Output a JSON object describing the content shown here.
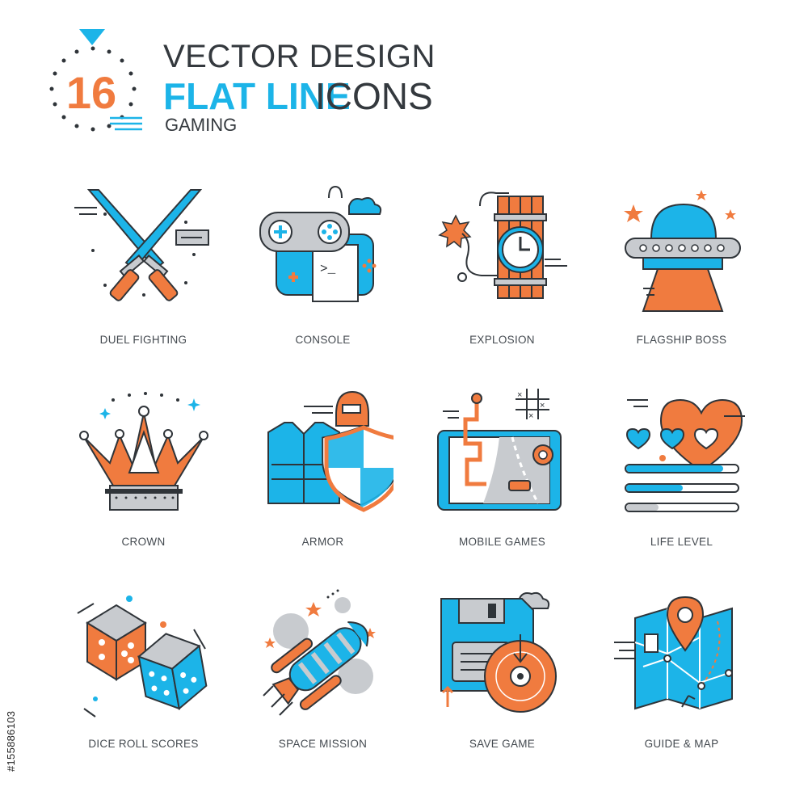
{
  "header": {
    "badge_number": "16",
    "title_line1": "VECTOR DESIGN",
    "title_line2_accent": "FLAT LINE",
    "title_line2_rest": "ICONS",
    "subtitle": "GAMING"
  },
  "icons": [
    {
      "label": "DUEL FIGHTING",
      "icon": "crossed-swords-icon"
    },
    {
      "label": "CONSOLE",
      "icon": "gamepad-console-icon"
    },
    {
      "label": "EXPLOSION",
      "icon": "dynamite-clock-icon"
    },
    {
      "label": "FLAGSHIP BOSS",
      "icon": "ufo-icon"
    },
    {
      "label": "CROWN",
      "icon": "crown-icon"
    },
    {
      "label": "ARMOR",
      "icon": "armor-vest-shield-icon"
    },
    {
      "label": "MOBILE GAMES",
      "icon": "tablet-game-icon"
    },
    {
      "label": "LIFE LEVEL",
      "icon": "hearts-level-icon"
    },
    {
      "label": "DICE ROLL SCORES",
      "icon": "dice-icon"
    },
    {
      "label": "SPACE MISSION",
      "icon": "spaceship-icon"
    },
    {
      "label": "SAVE GAME",
      "icon": "floppy-disc-icon"
    },
    {
      "label": "GUIDE & MAP",
      "icon": "map-pin-icon"
    }
  ],
  "stock_id": "#155886103",
  "colors": {
    "accent_blue": "#1cb4e8",
    "accent_orange": "#f07b3f",
    "outline": "#2f3439",
    "gray": "#c8cbcf"
  }
}
